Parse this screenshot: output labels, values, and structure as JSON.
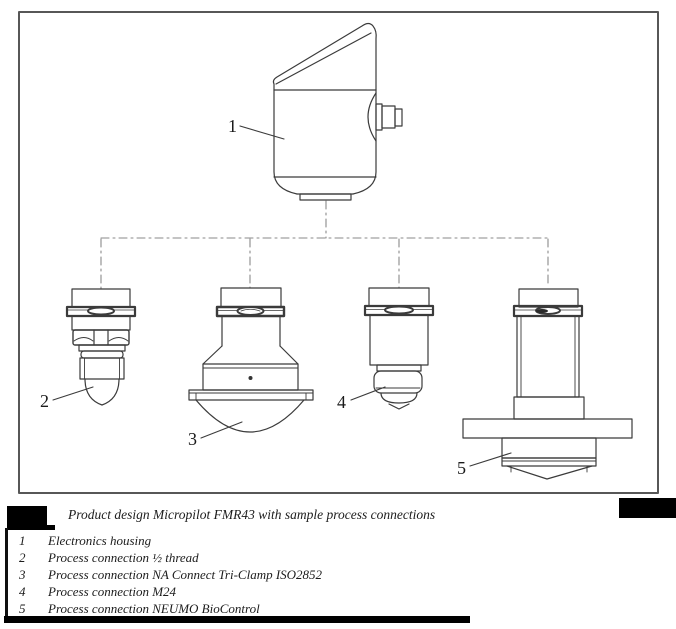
{
  "caption": {
    "text": "Product design Micropilot FMR43 with sample process connections"
  },
  "legend": {
    "items": [
      {
        "num": "1",
        "label": "Electronics housing"
      },
      {
        "num": "2",
        "label": "Process connection ½ thread"
      },
      {
        "num": "3",
        "label": "Process connection NA Connect Tri-Clamp ISO2852"
      },
      {
        "num": "4",
        "label": "Process connection M24"
      },
      {
        "num": "5",
        "label": "Process connection NEUMO BioControl"
      }
    ]
  },
  "diagram": {
    "labels": [
      "1",
      "2",
      "3",
      "4",
      "5"
    ],
    "colors": {
      "line": "#3b3b3b",
      "dashed_line": "#8a8a8a",
      "frame": "#575757",
      "text": "#1a1a1a",
      "redaction": "#000000"
    }
  }
}
